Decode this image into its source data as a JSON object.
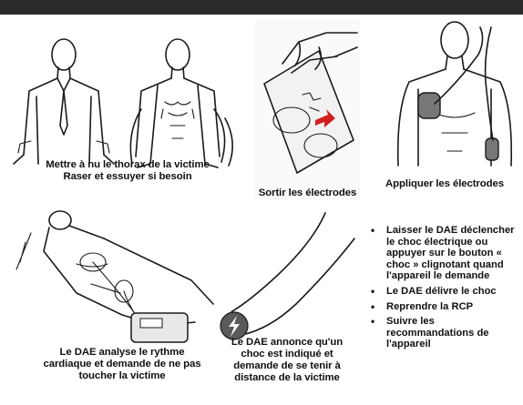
{
  "panels": [
    {
      "caption_lines": [
        "Mettre à nu le thorax de la victime",
        "Raser et essuyer si besoin"
      ]
    },
    {
      "caption_lines": [
        "Sortir les électrodes"
      ]
    },
    {
      "caption_lines": [
        "Appliquer les électrodes"
      ]
    },
    {
      "caption_lines": [
        "Le DAE analyse le rythme",
        "cardiaque et demande de ne pas",
        "toucher la victime"
      ]
    },
    {
      "caption_lines": [
        "Le DAE annonce qu'un",
        "choc est indiqué et",
        "demande de se tenir à",
        "distance de la victime"
      ]
    }
  ],
  "steps": [
    "Laisser le DAE déclencher le choc électrique ou appuyer sur le bouton « choc » clignotant quand l'appareil le demande",
    "Le DAE délivre le choc",
    "Reprendre la RCP",
    "Suivre les recommandations de l'appareil"
  ],
  "colors": {
    "ink": "#1a1a1a",
    "card": "#fafafa",
    "skin": "#e8e8e8",
    "electrode": "#777777",
    "arrow_red": "#d12020",
    "button_bg": "#5a5a5a",
    "strip": "#2b2b2b"
  },
  "icons": [
    "man-undressed-icon",
    "man-shirt-open-icon",
    "hands-electrodes-icon",
    "torso-electrodes-icon",
    "aed-analysis-icon",
    "finger-shock-button-icon",
    "lightning-icon"
  ]
}
